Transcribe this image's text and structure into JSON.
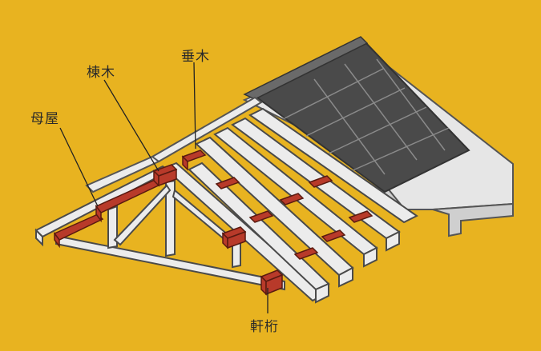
{
  "labels": {
    "moya": "母屋",
    "munagi": "棟木",
    "taruki": "垂木",
    "nokigeta": "軒桁"
  },
  "colors": {
    "background": "#e8b320",
    "timber": "#e9e9e9",
    "timber_outline": "#4a4a4a",
    "red_beam": "#b83a2a",
    "roof_tile": "#4a4a4a",
    "roof_board": "#e6e6e6"
  }
}
